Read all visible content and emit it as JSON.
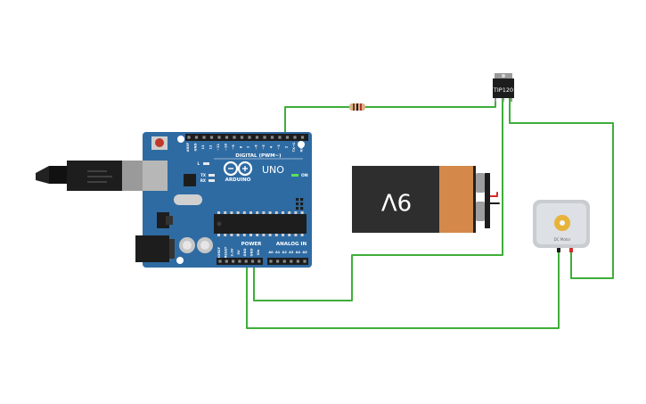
{
  "board": {
    "brand": "ARDUINO",
    "model": "UNO",
    "digital_label": "DIGITAL (PWM~)",
    "power_label": "POWER",
    "analog_label": "ANALOG IN",
    "on_label": "ON",
    "l_label": "L",
    "tx_label": "TX",
    "rx_label": "RX",
    "digital_pins": [
      "AREF",
      "GND",
      "13",
      "12",
      "~11",
      "~10",
      "~9",
      "8",
      "7",
      "~6",
      "~5",
      "4",
      "~3",
      "2",
      "TX→1",
      "RX←0"
    ],
    "power_pins": [
      "IOREF",
      "RESET",
      "3.3V",
      "5V",
      "GND",
      "GND",
      "Vin"
    ],
    "analog_pins": [
      "A0",
      "A1",
      "A2",
      "A3",
      "A4",
      "A5"
    ]
  },
  "battery": {
    "label": "9V",
    "body_color": "#2e2e2e",
    "cap_color": "#d4894a"
  },
  "transistor": {
    "label": "TIP120"
  },
  "motor": {
    "label": "DC Motor"
  },
  "colors": {
    "wire_green": "#3fae3a",
    "wire_red": "#d42b2b",
    "pcb_blue": "#2f6ba3",
    "pcb_dark": "#245a8c",
    "header_black": "#1d1d1d"
  }
}
